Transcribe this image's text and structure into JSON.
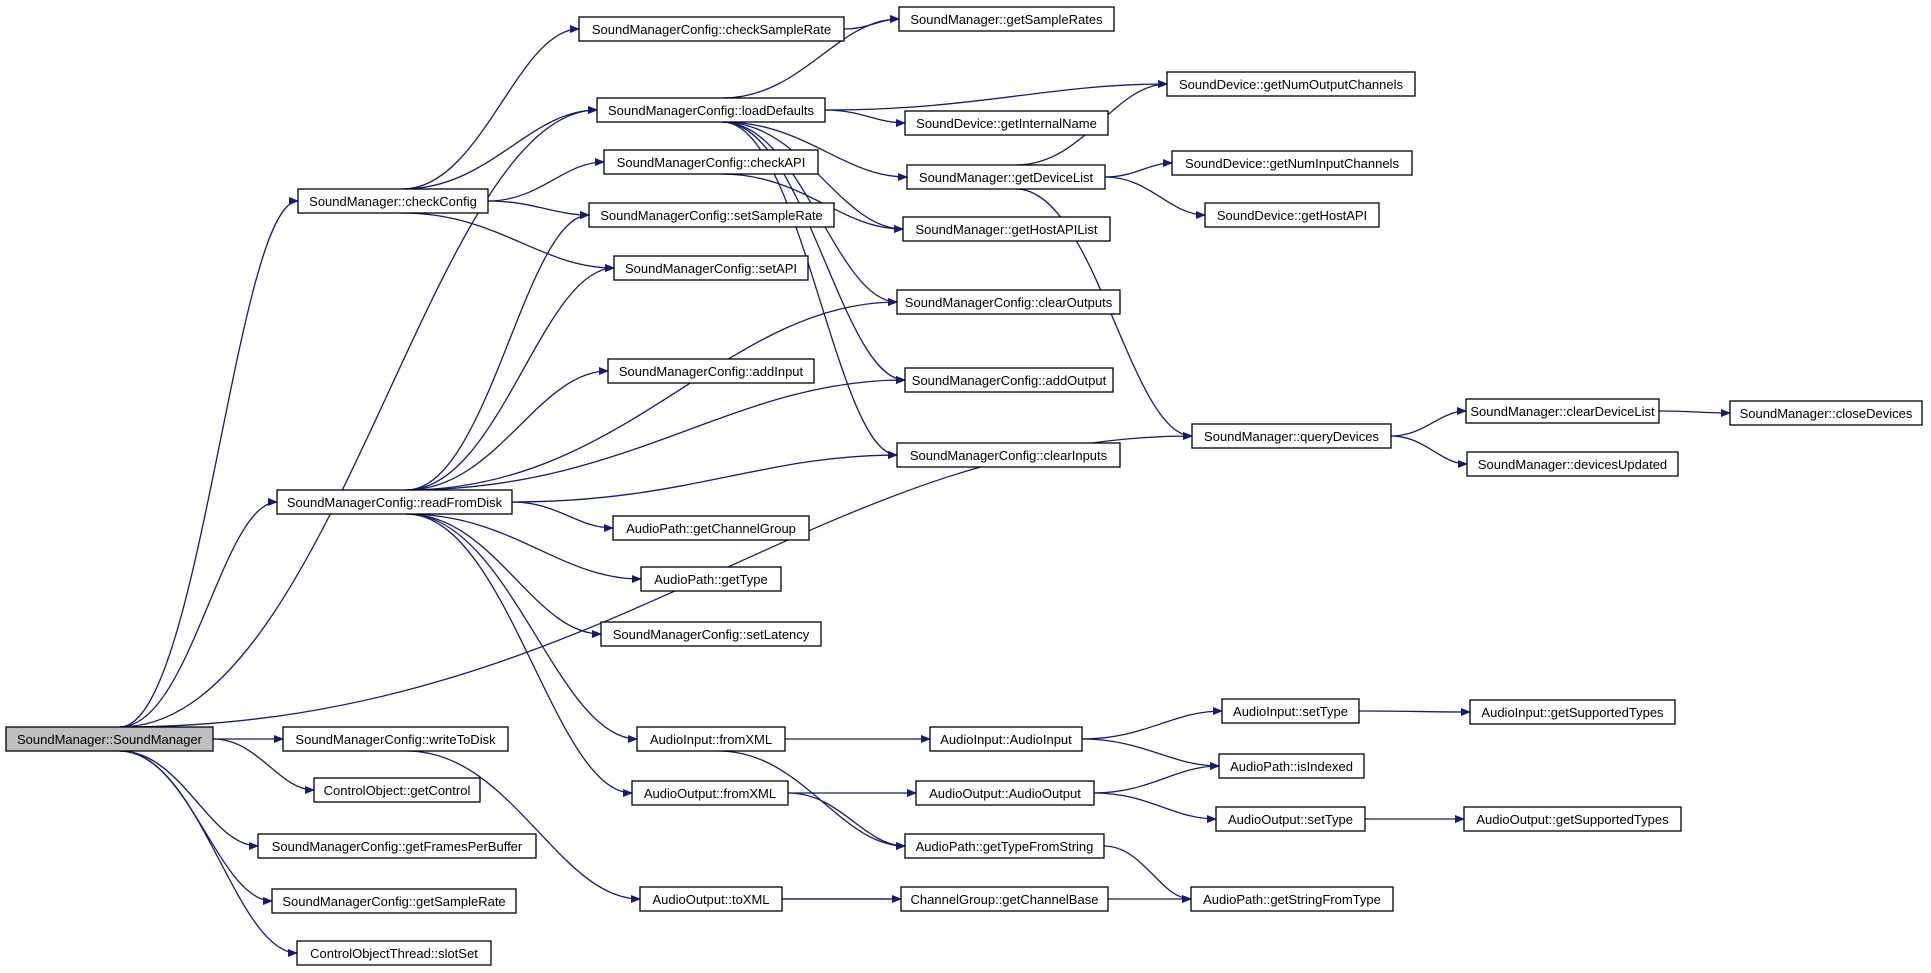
{
  "graph": {
    "title": "",
    "root": "n_soundmanager",
    "nodes": [
      {
        "id": "n_soundmanager",
        "label": "SoundManager::SoundManager",
        "highlight": true
      },
      {
        "id": "n_checkconfig",
        "label": "SoundManager::checkConfig"
      },
      {
        "id": "n_readfromdisk",
        "label": "SoundManagerConfig::readFromDisk"
      },
      {
        "id": "n_writetodisk",
        "label": "SoundManagerConfig::writeToDisk"
      },
      {
        "id": "n_getcontrol",
        "label": "ControlObject::getControl"
      },
      {
        "id": "n_getframes",
        "label": "SoundManagerConfig::getFramesPerBuffer"
      },
      {
        "id": "n_cfg_getsamplerate",
        "label": "SoundManagerConfig::getSampleRate"
      },
      {
        "id": "n_slotset",
        "label": "ControlObjectThread::slotSet"
      },
      {
        "id": "n_checksamplerate",
        "label": "SoundManagerConfig::checkSampleRate"
      },
      {
        "id": "n_loaddefaults",
        "label": "SoundManagerConfig::loadDefaults"
      },
      {
        "id": "n_checkapi",
        "label": "SoundManagerConfig::checkAPI"
      },
      {
        "id": "n_setsamplerate",
        "label": "SoundManagerConfig::setSampleRate"
      },
      {
        "id": "n_setapi",
        "label": "SoundManagerConfig::setAPI"
      },
      {
        "id": "n_addinput",
        "label": "SoundManagerConfig::addInput"
      },
      {
        "id": "n_getchannelgroup",
        "label": "AudioPath::getChannelGroup"
      },
      {
        "id": "n_gettype",
        "label": "AudioPath::getType"
      },
      {
        "id": "n_setlatency",
        "label": "SoundManagerConfig::setLatency"
      },
      {
        "id": "n_ai_fromxml",
        "label": "AudioInput::fromXML"
      },
      {
        "id": "n_ao_fromxml",
        "label": "AudioOutput::fromXML"
      },
      {
        "id": "n_ao_toxml",
        "label": "AudioOutput::toXML"
      },
      {
        "id": "n_sm_getsamplerates",
        "label": "SoundManager::getSampleRates"
      },
      {
        "id": "n_getinternalname",
        "label": "SoundDevice::getInternalName"
      },
      {
        "id": "n_getdevicelist",
        "label": "SoundManager::getDeviceList"
      },
      {
        "id": "n_gethostapilist",
        "label": "SoundManager::getHostAPIList"
      },
      {
        "id": "n_clearoutputs",
        "label": "SoundManagerConfig::clearOutputs"
      },
      {
        "id": "n_addoutput",
        "label": "SoundManagerConfig::addOutput"
      },
      {
        "id": "n_clearinputs",
        "label": "SoundManagerConfig::clearInputs"
      },
      {
        "id": "n_ai_ctor",
        "label": "AudioInput::AudioInput"
      },
      {
        "id": "n_ao_ctor",
        "label": "AudioOutput::AudioOutput"
      },
      {
        "id": "n_gettypefromstring",
        "label": "AudioPath::getTypeFromString"
      },
      {
        "id": "n_getchannelbase",
        "label": "ChannelGroup::getChannelBase"
      },
      {
        "id": "n_getnumoutput",
        "label": "SoundDevice::getNumOutputChannels"
      },
      {
        "id": "n_getnuminput",
        "label": "SoundDevice::getNumInputChannels"
      },
      {
        "id": "n_gethostapi",
        "label": "SoundDevice::getHostAPI"
      },
      {
        "id": "n_querydevices",
        "label": "SoundManager::queryDevices"
      },
      {
        "id": "n_ai_settype",
        "label": "AudioInput::setType"
      },
      {
        "id": "n_isindexed",
        "label": "AudioPath::isIndexed"
      },
      {
        "id": "n_ao_settype",
        "label": "AudioOutput::setType"
      },
      {
        "id": "n_getstringfromtype",
        "label": "AudioPath::getStringFromType"
      },
      {
        "id": "n_cleardevicelist",
        "label": "SoundManager::clearDeviceList"
      },
      {
        "id": "n_devicesupdated",
        "label": "SoundManager::devicesUpdated"
      },
      {
        "id": "n_ai_getsupported",
        "label": "AudioInput::getSupportedTypes"
      },
      {
        "id": "n_ao_getsupported",
        "label": "AudioOutput::getSupportedTypes"
      },
      {
        "id": "n_closedevices",
        "label": "SoundManager::closeDevices"
      }
    ],
    "edges": [
      [
        "n_soundmanager",
        "n_checkconfig"
      ],
      [
        "n_soundmanager",
        "n_readfromdisk"
      ],
      [
        "n_soundmanager",
        "n_loaddefaults"
      ],
      [
        "n_soundmanager",
        "n_writetodisk"
      ],
      [
        "n_soundmanager",
        "n_getcontrol"
      ],
      [
        "n_soundmanager",
        "n_getframes"
      ],
      [
        "n_soundmanager",
        "n_cfg_getsamplerate"
      ],
      [
        "n_soundmanager",
        "n_slotset"
      ],
      [
        "n_soundmanager",
        "n_querydevices"
      ],
      [
        "n_checkconfig",
        "n_checksamplerate"
      ],
      [
        "n_checkconfig",
        "n_loaddefaults"
      ],
      [
        "n_checkconfig",
        "n_checkapi"
      ],
      [
        "n_checkconfig",
        "n_setsamplerate"
      ],
      [
        "n_checkconfig",
        "n_setapi"
      ],
      [
        "n_readfromdisk",
        "n_setsamplerate"
      ],
      [
        "n_readfromdisk",
        "n_setapi"
      ],
      [
        "n_readfromdisk",
        "n_clearoutputs"
      ],
      [
        "n_readfromdisk",
        "n_addinput"
      ],
      [
        "n_readfromdisk",
        "n_addoutput"
      ],
      [
        "n_readfromdisk",
        "n_clearinputs"
      ],
      [
        "n_readfromdisk",
        "n_getchannelgroup"
      ],
      [
        "n_readfromdisk",
        "n_gettype"
      ],
      [
        "n_readfromdisk",
        "n_setlatency"
      ],
      [
        "n_readfromdisk",
        "n_ai_fromxml"
      ],
      [
        "n_readfromdisk",
        "n_ao_fromxml"
      ],
      [
        "n_writetodisk",
        "n_ao_toxml"
      ],
      [
        "n_checksamplerate",
        "n_sm_getsamplerates"
      ],
      [
        "n_loaddefaults",
        "n_sm_getsamplerates"
      ],
      [
        "n_loaddefaults",
        "n_getnumoutput"
      ],
      [
        "n_loaddefaults",
        "n_getinternalname"
      ],
      [
        "n_loaddefaults",
        "n_getdevicelist"
      ],
      [
        "n_loaddefaults",
        "n_gethostapilist"
      ],
      [
        "n_loaddefaults",
        "n_clearoutputs"
      ],
      [
        "n_loaddefaults",
        "n_addoutput"
      ],
      [
        "n_loaddefaults",
        "n_clearinputs"
      ],
      [
        "n_checkapi",
        "n_gethostapilist"
      ],
      [
        "n_getdevicelist",
        "n_getnumoutput"
      ],
      [
        "n_getdevicelist",
        "n_getnuminput"
      ],
      [
        "n_getdevicelist",
        "n_gethostapi"
      ],
      [
        "n_getdevicelist",
        "n_querydevices"
      ],
      [
        "n_querydevices",
        "n_cleardevicelist"
      ],
      [
        "n_querydevices",
        "n_devicesupdated"
      ],
      [
        "n_cleardevicelist",
        "n_closedevices"
      ],
      [
        "n_ai_fromxml",
        "n_ai_ctor"
      ],
      [
        "n_ai_fromxml",
        "n_gettypefromstring"
      ],
      [
        "n_ao_fromxml",
        "n_ao_ctor"
      ],
      [
        "n_ao_fromxml",
        "n_gettypefromstring"
      ],
      [
        "n_ao_toxml",
        "n_getchannelbase"
      ],
      [
        "n_ao_toxml",
        "n_getstringfromtype"
      ],
      [
        "n_ai_ctor",
        "n_ai_settype"
      ],
      [
        "n_ai_ctor",
        "n_isindexed"
      ],
      [
        "n_ao_ctor",
        "n_isindexed"
      ],
      [
        "n_ao_ctor",
        "n_ao_settype"
      ],
      [
        "n_gettypefromstring",
        "n_getstringfromtype"
      ],
      [
        "n_ai_settype",
        "n_ai_getsupported"
      ],
      [
        "n_ao_settype",
        "n_ao_getsupported"
      ]
    ]
  }
}
